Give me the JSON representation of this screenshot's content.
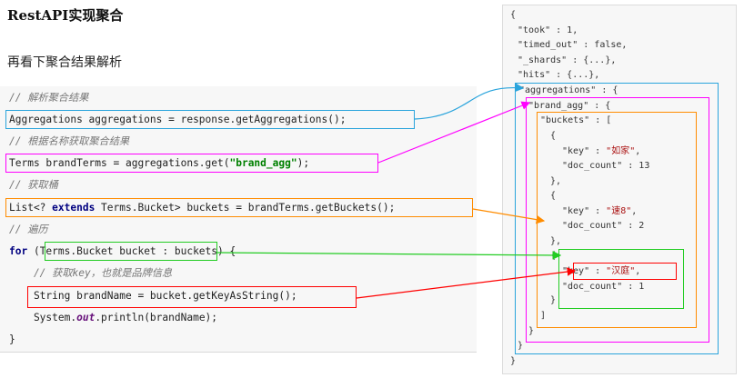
{
  "page": {
    "title": "RestAPI实现聚合",
    "subtitle": "再看下聚合结果解析"
  },
  "code": {
    "comment1": "// 解析聚合结果",
    "line1": "Aggregations aggregations = response.getAggregations();",
    "comment2": "// 根据名称获取聚合结果",
    "line2_pre": "Terms brandTerms = aggregations.get(",
    "line2_str": "\"brand_agg\"",
    "line2_post": ");",
    "comment3": "// 获取桶",
    "line3_pre": "List<? ",
    "line3_kw": "extends",
    "line3_post": " Terms.Bucket> buckets = brandTerms.getBuckets();",
    "comment4": "// 遍历",
    "line4_kw": "for",
    "line4_post": " (Terms.Bucket bucket : buckets) {",
    "comment5": "    // 获取key，也就是品牌信息",
    "line5": "    String brandName = bucket.getKeyAsString();",
    "line6_pre": "    System.",
    "line6_field": "out",
    "line6_post": ".println(brandName);",
    "close": "}"
  },
  "json": {
    "open": "{",
    "took_key": "\"took\"",
    "took_val": " : 1,",
    "timed_out_key": "\"timed_out\"",
    "timed_out_val": " : false,",
    "shards_key": "\"_shards\"",
    "shards_val": " : {...},",
    "hits_key": "\"hits\"",
    "hits_val": " : {...},",
    "aggs_key": "\"aggregations\"",
    "aggs_val": " : {",
    "brand_key": "\"brand_agg\"",
    "brand_val": " : {",
    "buckets_key": "\"buckets\"",
    "buckets_val": " : [",
    "b_open": "{",
    "key_label": "\"key\"",
    "colon": " : ",
    "b1_key": "\"如家\"",
    "comma": ",",
    "doc_label": "\"doc_count\"",
    "b1_count": " : 13",
    "b_close_comma": "},",
    "b2_key": "\"速8\"",
    "b2_count": " : 2",
    "b3_key": "\"汉庭\"",
    "b3_count": " : 1",
    "b_close": "}",
    "arr_close": "]",
    "obj_close": "}"
  },
  "colors": {
    "blue": "#2aa4dc",
    "magenta": "#ff00ff",
    "orange": "#ff8c00",
    "green": "#22cc22",
    "red": "#ff0000"
  }
}
